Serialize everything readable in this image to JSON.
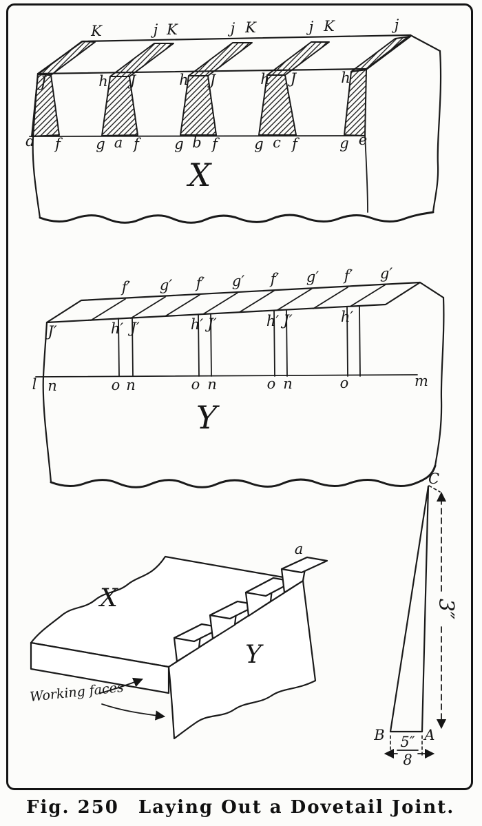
{
  "figure": {
    "caption_number": "Fig. 250",
    "caption_title": "Laying Out a Dovetail Joint."
  },
  "board_x": {
    "label": "X",
    "top_edge_labels": [
      "K",
      "j",
      "K",
      "j",
      "K",
      "j",
      "K",
      "j"
    ],
    "face_edge_labels": [
      "J",
      "h",
      "J",
      "h",
      "J",
      "h",
      "J",
      "h"
    ],
    "gauge_line_labels": [
      "d",
      "f",
      "g",
      "a",
      "f",
      "g",
      "b",
      "f",
      "g",
      "c",
      "f",
      "g",
      "e"
    ]
  },
  "board_y": {
    "label": "Y",
    "top_edge_labels": [
      "f′",
      "g′",
      "f′",
      "g′",
      "f′",
      "g′",
      "f′",
      "g′"
    ],
    "face_edge_labels": [
      "J′",
      "h′",
      "J′",
      "h′",
      "J′",
      "h′",
      "J′",
      "h′"
    ],
    "gauge_line_labels": [
      "l",
      "n",
      "o",
      "n",
      "o",
      "n",
      "o",
      "n",
      "o",
      "m"
    ]
  },
  "joint_view": {
    "board_x_label": "X",
    "board_y_label": "Y",
    "corner_label": "a",
    "annotation": "Working faces"
  },
  "bevel_gauge": {
    "apex_label": "C",
    "base_left_label": "B",
    "base_right_label": "A",
    "height_dimension": "3″",
    "base_dimension_numerator": "5″",
    "base_dimension_denominator": "8"
  }
}
